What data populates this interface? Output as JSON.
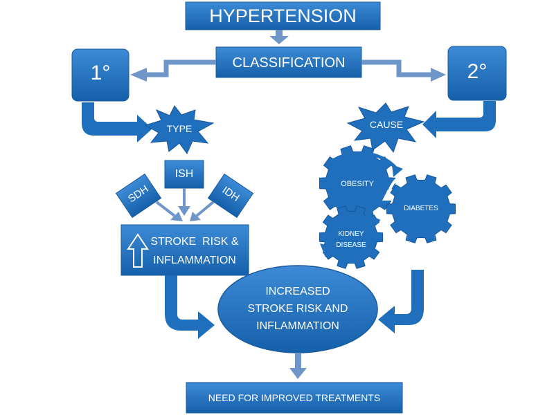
{
  "title": "HYPERTENSION",
  "classification": "CLASSIFICATION",
  "primary": "1°",
  "secondary": "2°",
  "type": "TYPE",
  "cause": "CAUSE",
  "types": {
    "sdh": "SDH",
    "ish": "ISH",
    "idh": "IDH"
  },
  "stroke_box": {
    "line1": "STROKE  RISK &",
    "line2": "INFLAMMATION"
  },
  "gears": {
    "obesity": "OBESITY",
    "diabetes": "DIABETES",
    "kidney_1": "KIDNEY",
    "kidney_2": "DISEASE"
  },
  "ellipse": {
    "line1": "INCREASED",
    "line2": "STROKE RISK AND",
    "line3": "INFLAMMATION"
  },
  "bottom": "NEED FOR IMPROVED TREATMENTS",
  "colors": {
    "primary_blue": "#1f6fbd",
    "light_blue": "#6f96c9",
    "dark_blue": "#1a5a9c",
    "text": "#ffffff"
  }
}
